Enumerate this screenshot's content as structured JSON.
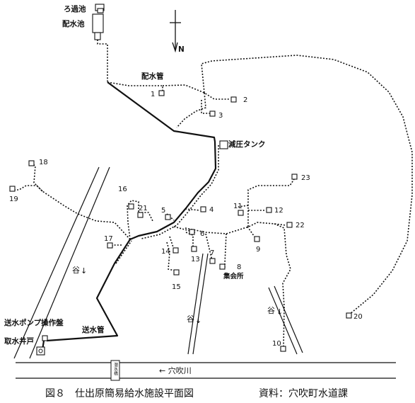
{
  "labels": {
    "filter_pond": "ろ過池",
    "distribution_pond": "配水池",
    "distribution_pipe": "配水管",
    "pressure_tank": "減圧タンク",
    "supply_pipe": "送水管",
    "pump_panel": "送水ポンプ操作盤",
    "intake_well": "取水井戸",
    "river": "← 穴吹川",
    "valley": "谷",
    "meeting_hall": "集会所",
    "bridge": "潜水橋",
    "north": "N"
  },
  "caption": {
    "figure": "図８　仕出原簡易給水施設平面図",
    "source": "資料：穴吹町水道課"
  },
  "nodes": [
    "1",
    "2",
    "3",
    "4",
    "5",
    "6",
    "7",
    "8",
    "9",
    "10",
    "11",
    "12",
    "13",
    "14",
    "15",
    "16",
    "17",
    "18",
    "19",
    "20",
    "21",
    "22",
    "23"
  ]
}
